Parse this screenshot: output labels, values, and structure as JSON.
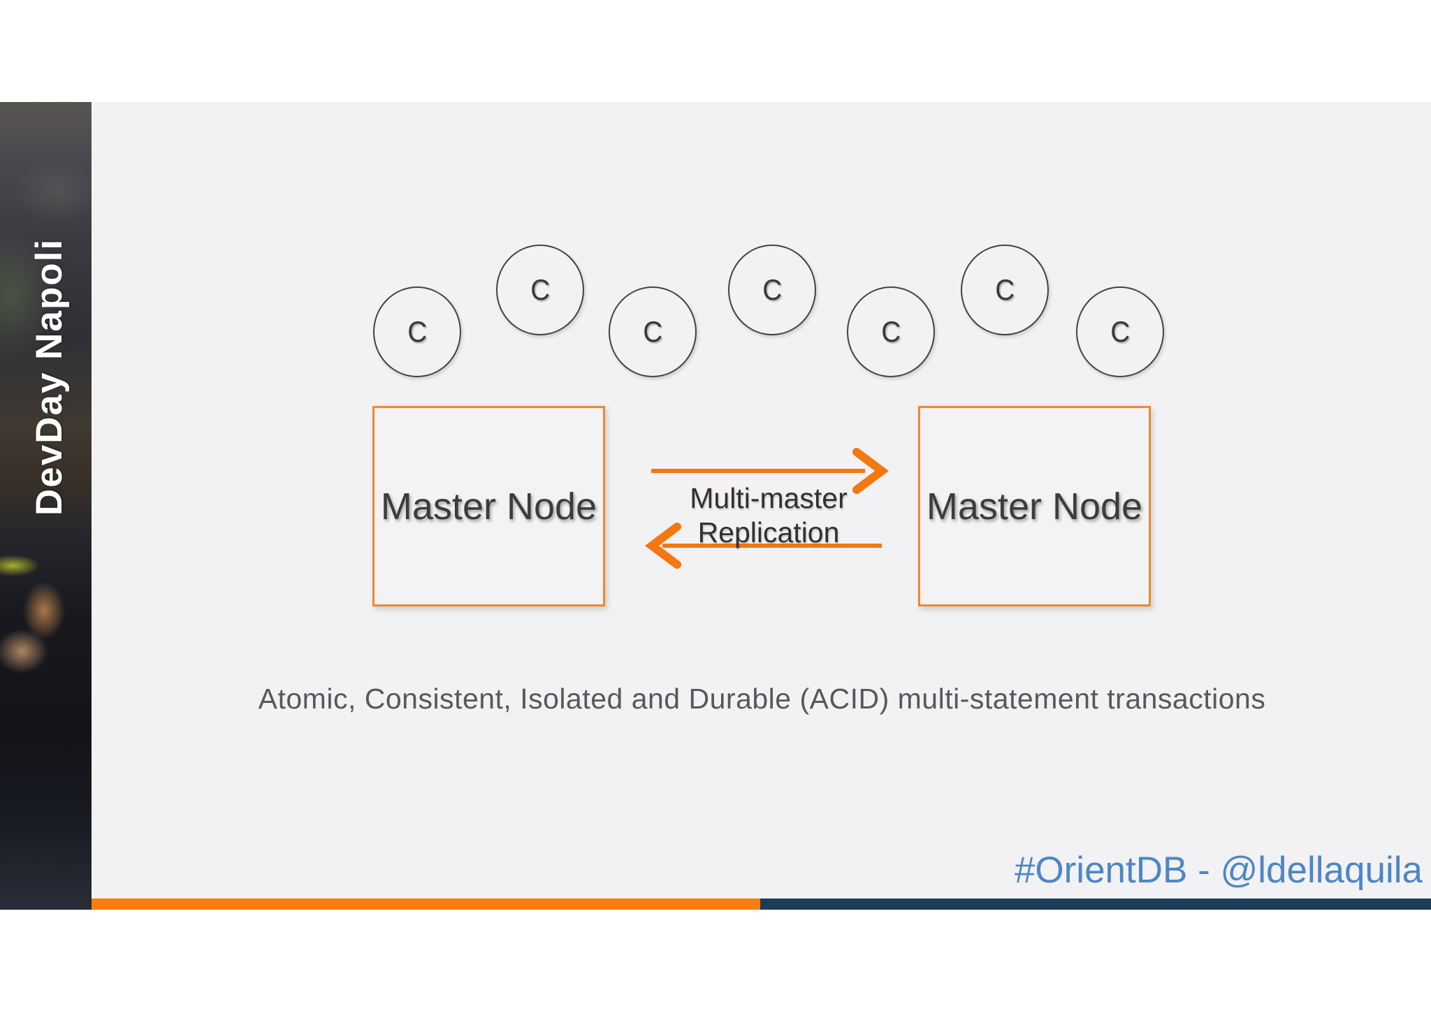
{
  "sidebar": {
    "title": "DevDay Napoli"
  },
  "diagram": {
    "clients": [
      {
        "label": "C"
      },
      {
        "label": "C"
      },
      {
        "label": "C"
      },
      {
        "label": "C"
      },
      {
        "label": "C"
      },
      {
        "label": "C"
      },
      {
        "label": "C"
      }
    ],
    "left_master": {
      "label": "Master Node"
    },
    "right_master": {
      "label": "Master Node"
    },
    "replication": {
      "line1": "Multi-master",
      "line2": "Replication"
    }
  },
  "caption": {
    "text": "Atomic, Consistent, Isolated and Durable (ACID) multi-statement transactions"
  },
  "footer": {
    "handle_text": "#OrientDB - @ldellaquila"
  },
  "colors": {
    "arrow_orange": "#f4770f",
    "bar_orange": "#fb7d0e",
    "bar_navy": "#1c3d5a",
    "box_border_orange": "#eb8a32",
    "footer_blue": "#4c86c7",
    "caption_gray": "#56585c",
    "slide_background": "#f2f1f3"
  }
}
